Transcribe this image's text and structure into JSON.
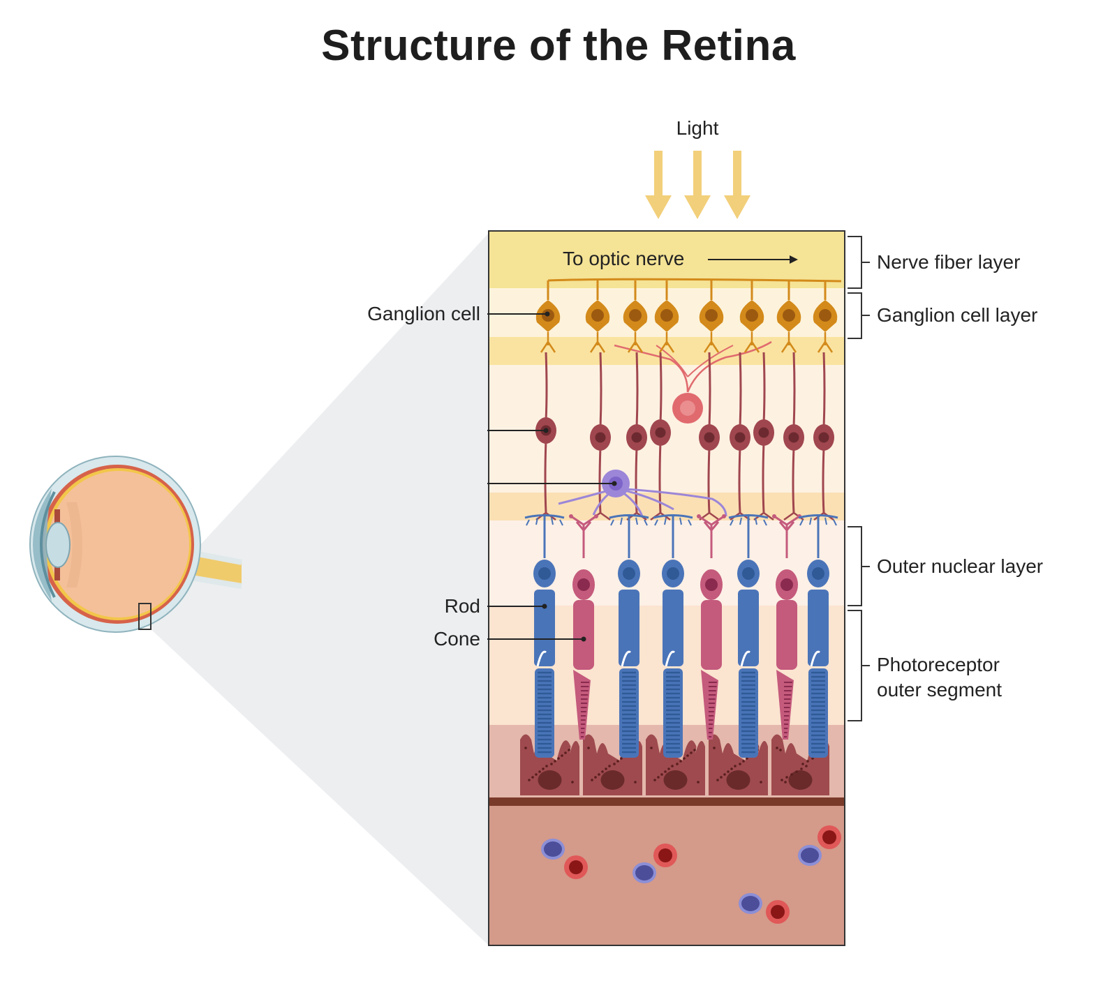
{
  "title": "Structure of the Retina",
  "labels": {
    "light": "Light",
    "optic_nerve": "To optic nerve",
    "ganglion_cell": "Ganglion cell",
    "rod": "Rod",
    "cone": "Cone"
  },
  "layers": {
    "nerve_fiber": "Nerve fiber layer",
    "ganglion_cell_layer": "Ganglion cell layer",
    "outer_nuclear": "Outer nuclear layer",
    "photoreceptor_line1": "Photoreceptor",
    "photoreceptor_line2": "outer segment"
  },
  "colors": {
    "nerve_fiber": "#f5e396",
    "ganglion": "#d38a1a",
    "bipolar": "#a0464e",
    "amacrine": "#e06a6e",
    "horizontal": "#9b86d8",
    "rod": "#4a74b8",
    "cone": "#c45a7c",
    "rpe": "#9e4a4e",
    "choroid": "#d49a8a"
  }
}
